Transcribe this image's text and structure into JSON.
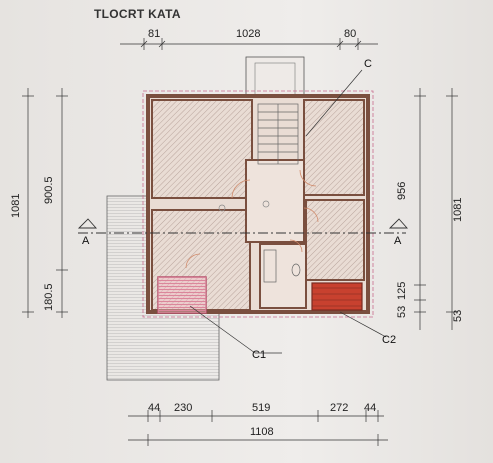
{
  "title": "TLOCRT KATA",
  "dimensions": {
    "top": [
      "81",
      "1028",
      "80"
    ],
    "bottom": [
      "44",
      "230",
      "519",
      "272",
      "44",
      "1108"
    ],
    "left": [
      "1081",
      "900.5",
      "180.5"
    ],
    "right": [
      "956",
      "1081",
      "53",
      "125",
      "53"
    ]
  },
  "section_marks": {
    "left": "A",
    "right": "A"
  },
  "labels": {
    "c": "C",
    "c1": "C1",
    "c2": "C2"
  },
  "colors": {
    "line": "#333333",
    "hatch": "#b48a80",
    "floor": "#e8d9d1",
    "wall": "#7a4f3f",
    "c1_fill": "#f0a8b8",
    "c2_fill": "#c9402f"
  }
}
